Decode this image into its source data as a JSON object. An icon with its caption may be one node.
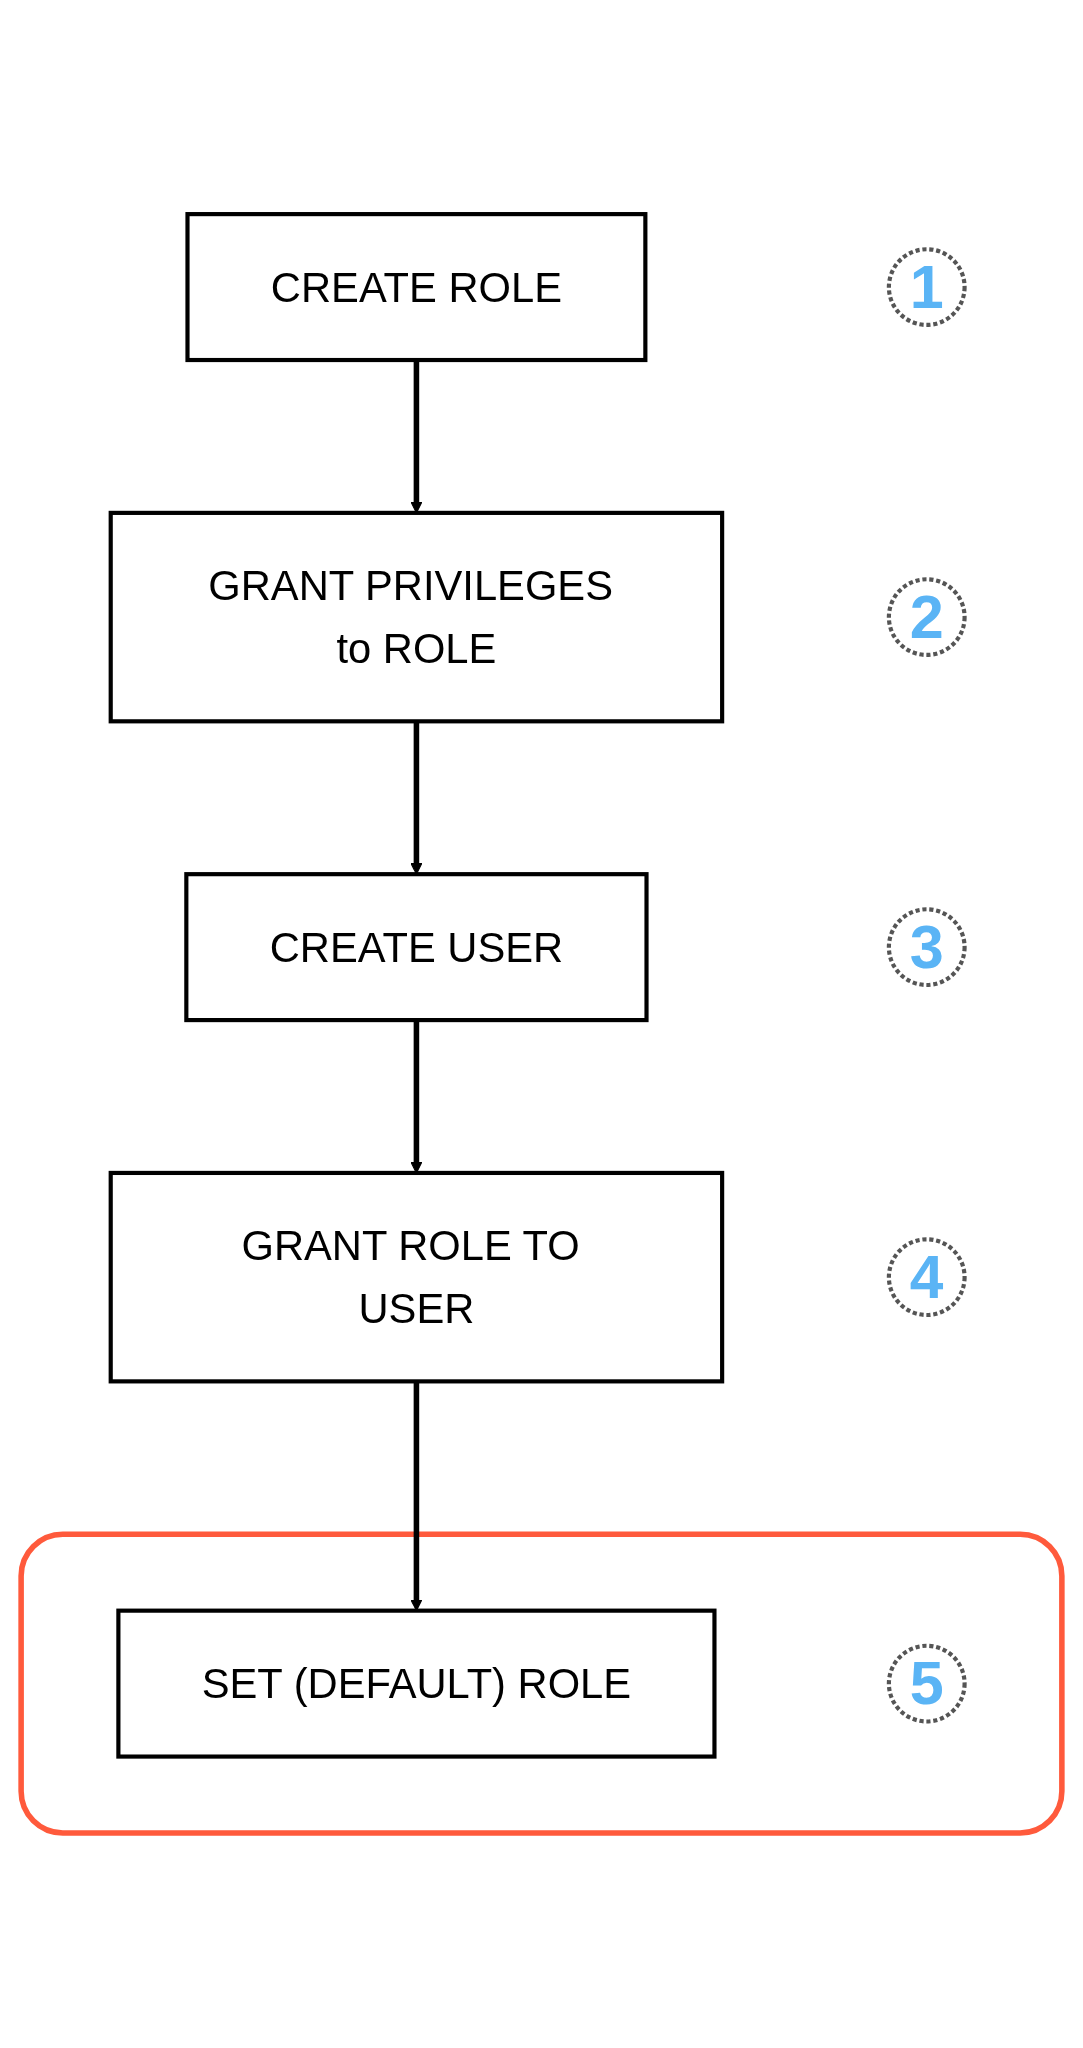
{
  "diagram": {
    "nodes": [
      {
        "text": [
          "CREATE ROLE"
        ]
      },
      {
        "text": [
          "1"
        ]
      },
      {
        "text": [
          "GRANT PRIVILEGES to ROLE"
        ]
      },
      {
        "text": [
          "2"
        ]
      },
      {
        "text": [
          "CREATE USER"
        ]
      },
      {
        "text": [
          "3"
        ]
      },
      {
        "text": [
          "GRANT ROLE TO USER"
        ]
      },
      {
        "text": [
          "4"
        ]
      },
      {
        "text": [],
        "shape": "box"
      },
      {
        "text": [
          "SET (DEFAULT) ROLE"
        ],
        "in": 8
      },
      {
        "text": [
          "5"
        ],
        "in": 8
      }
    ],
    "edges": [
      {
        "from": 0,
        "to": 2,
        "arrow": "to"
      },
      {
        "from": 2,
        "to": 4,
        "arrow": "to"
      },
      {
        "from": 4,
        "to": 6,
        "arrow": "to"
      },
      {
        "from": 6,
        "to": 9,
        "arrow": "to"
      }
    ]
  }
}
